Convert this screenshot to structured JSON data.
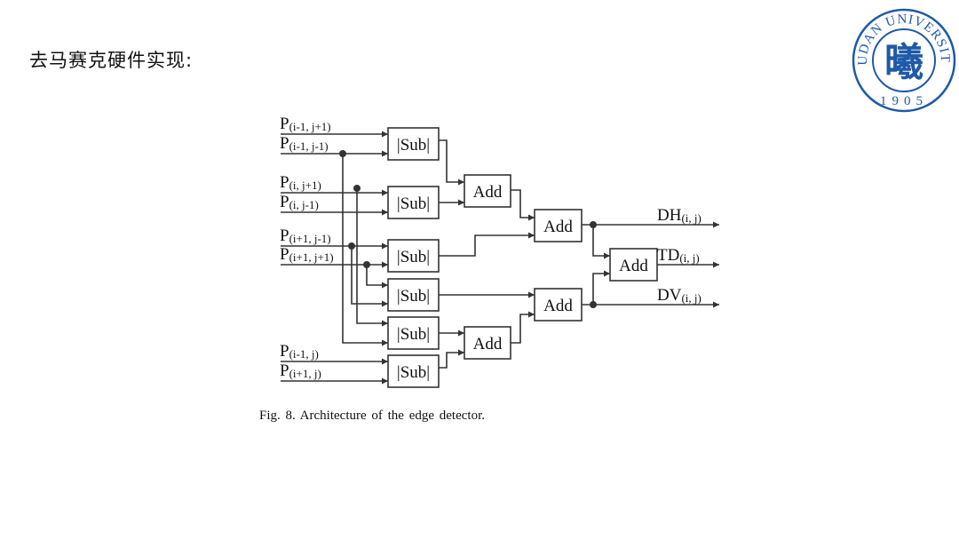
{
  "slide": {
    "title": "去马赛克硬件实现:"
  },
  "logo": {
    "arc_text": "FUDAN UNIVERSITY",
    "year": "1905",
    "glyph": "曦",
    "color": "#1e5aa8"
  },
  "diagram": {
    "inputs": [
      {
        "base": "P",
        "sub": "(i-1, j+1)"
      },
      {
        "base": "P",
        "sub": "(i-1, j-1)"
      },
      {
        "base": "P",
        "sub": "(i, j+1)"
      },
      {
        "base": "P",
        "sub": "(i, j-1)"
      },
      {
        "base": "P",
        "sub": "(i+1, j-1)"
      },
      {
        "base": "P",
        "sub": "(i+1, j+1)"
      },
      {
        "base": "P",
        "sub": "(i-1, j)"
      },
      {
        "base": "P",
        "sub": "(i+1, j)"
      }
    ],
    "sub_label": "|Sub|",
    "add_label": "Add",
    "outputs": [
      {
        "base": "DH",
        "sub": "(i, j)"
      },
      {
        "base": "TD",
        "sub": "(i, j)"
      },
      {
        "base": "DV",
        "sub": "(i, j)"
      }
    ]
  },
  "caption": "Fig. 8.   Architecture of the edge detector."
}
